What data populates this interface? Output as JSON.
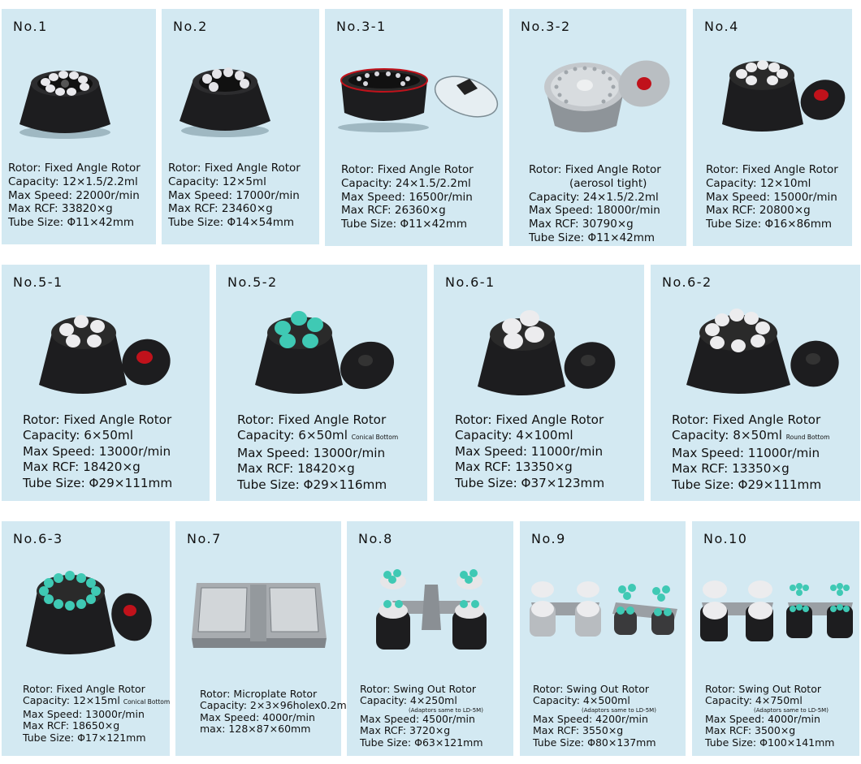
{
  "rotors": [
    {
      "title": "No.1",
      "rotor": "Rotor:  Fixed Angle Rotor",
      "capacity": "Capacity:  12×1.5/2.2ml",
      "speed": "Max Speed:  22000r/min",
      "rcf": "Max RCF:  33820×g",
      "tube": "Tube Size:  Φ11×42mm"
    },
    {
      "title": "No.2",
      "rotor": "Rotor:  Fixed Angle Rotor",
      "capacity": "Capacity:  12×5ml",
      "speed": "Max Speed:  17000r/min",
      "rcf": "Max RCF:  23460×g",
      "tube": "Tube Size:  Φ14×54mm"
    },
    {
      "title": "No.3-1",
      "rotor": "Rotor:  Fixed Angle Rotor",
      "capacity": "Capacity:  24×1.5/2.2ml",
      "speed": "Max Speed:  16500r/min",
      "rcf": "Max RCF:  26360×g",
      "tube": "Tube Size:  Φ11×42mm"
    },
    {
      "title": "No.3-2",
      "rotor": "Rotor:  Fixed Angle Rotor",
      "rotor_note": "(aerosol tight)",
      "capacity": "Capacity:  24×1.5/2.2ml",
      "speed": "Max Speed:  18000r/min",
      "rcf": "Max RCF:  30790×g",
      "tube": "Tube Size:  Φ11×42mm"
    },
    {
      "title": "No.4",
      "rotor": "Rotor:  Fixed Angle Rotor",
      "capacity": "Capacity:  12×10ml",
      "speed": "Max Speed:  15000r/min",
      "rcf": "Max RCF:  20800×g",
      "tube": "Tube Size:  Φ16×86mm"
    },
    {
      "title": "No.5-1",
      "rotor": "Rotor:  Fixed Angle Rotor",
      "capacity": "Capacity:  6×50ml",
      "speed": "Max Speed:  13000r/min",
      "rcf": "Max RCF:  18420×g",
      "tube": "Tube Size:  Φ29×111mm"
    },
    {
      "title": "No.5-2",
      "rotor": "Rotor:  Fixed Angle Rotor",
      "capacity": "Capacity:  6×50ml",
      "capacity_note": "Conical Bottom",
      "speed": "Max Speed:  13000r/min",
      "rcf": "Max RCF:  18420×g",
      "tube": "Tube Size:  Φ29×116mm"
    },
    {
      "title": "No.6-1",
      "rotor": "Rotor:  Fixed Angle Rotor",
      "capacity": "Capacity:  4×100ml",
      "speed": "Max Speed:  11000r/min",
      "rcf": "Max RCF:  13350×g",
      "tube": "Tube Size:  Φ37×123mm"
    },
    {
      "title": "No.6-2",
      "rotor": "Rotor:  Fixed Angle Rotor",
      "capacity": "Capacity:  8×50ml",
      "capacity_note": "Round Bottom",
      "speed": "Max Speed:  11000r/min",
      "rcf": "Max RCF:  13350×g",
      "tube": "Tube Size:  Φ29×111mm"
    },
    {
      "title": "No.6-3",
      "rotor": "Rotor:  Fixed Angle Rotor",
      "capacity": "Capacity:  12×15ml",
      "capacity_note": "Conical Bottom",
      "speed": "Max Speed:  13000r/min",
      "rcf": "Max RCF:  18650×g",
      "tube": "Tube Size:  Φ17×121mm"
    },
    {
      "title": "No.7",
      "rotor": "Rotor:  Microplate Rotor",
      "capacity": "Capacity:  2×3×96holex0.2ml",
      "speed": "Max Speed:  4000r/min",
      "rcf": "max:  128×87×60mm"
    },
    {
      "title": "No.8",
      "rotor": "Rotor:  Swing Out Rotor",
      "capacity": "Capacity:  4×250ml",
      "adaptor_note": "(Adaptors same to LD-5M)",
      "speed": "Max Speed:  4500r/min",
      "rcf": "Max RCF:  3720×g",
      "tube": "Tube Size:  Φ63×121mm"
    },
    {
      "title": "No.9",
      "rotor": "Rotor:  Swing Out Rotor",
      "capacity": "Capacity:  4×500ml",
      "adaptor_note": "(Adaptors same to LD-5M)",
      "speed": "Max Speed:  4200r/min",
      "rcf": "Max RCF:  3550×g",
      "tube": "Tube Size:  Φ80×137mm"
    },
    {
      "title": "No.10",
      "rotor": "Rotor:  Swing Out Rotor",
      "capacity": "Capacity:  4×750ml",
      "adaptor_note": "(Adaptors same to LD-5M)",
      "speed": "Max Speed:  4000r/min",
      "rcf": "Max RCF:  3500×g",
      "tube": "Tube Size:  Φ100×141mm"
    }
  ],
  "colors": {
    "card": "#d3e9f2",
    "rotor_body": "#1d1d1f",
    "lid_knob": "#c0121b",
    "tube_white": "#eaeaea",
    "tube_cyan": "#3fc9b4",
    "metal": "#a8acb0"
  }
}
